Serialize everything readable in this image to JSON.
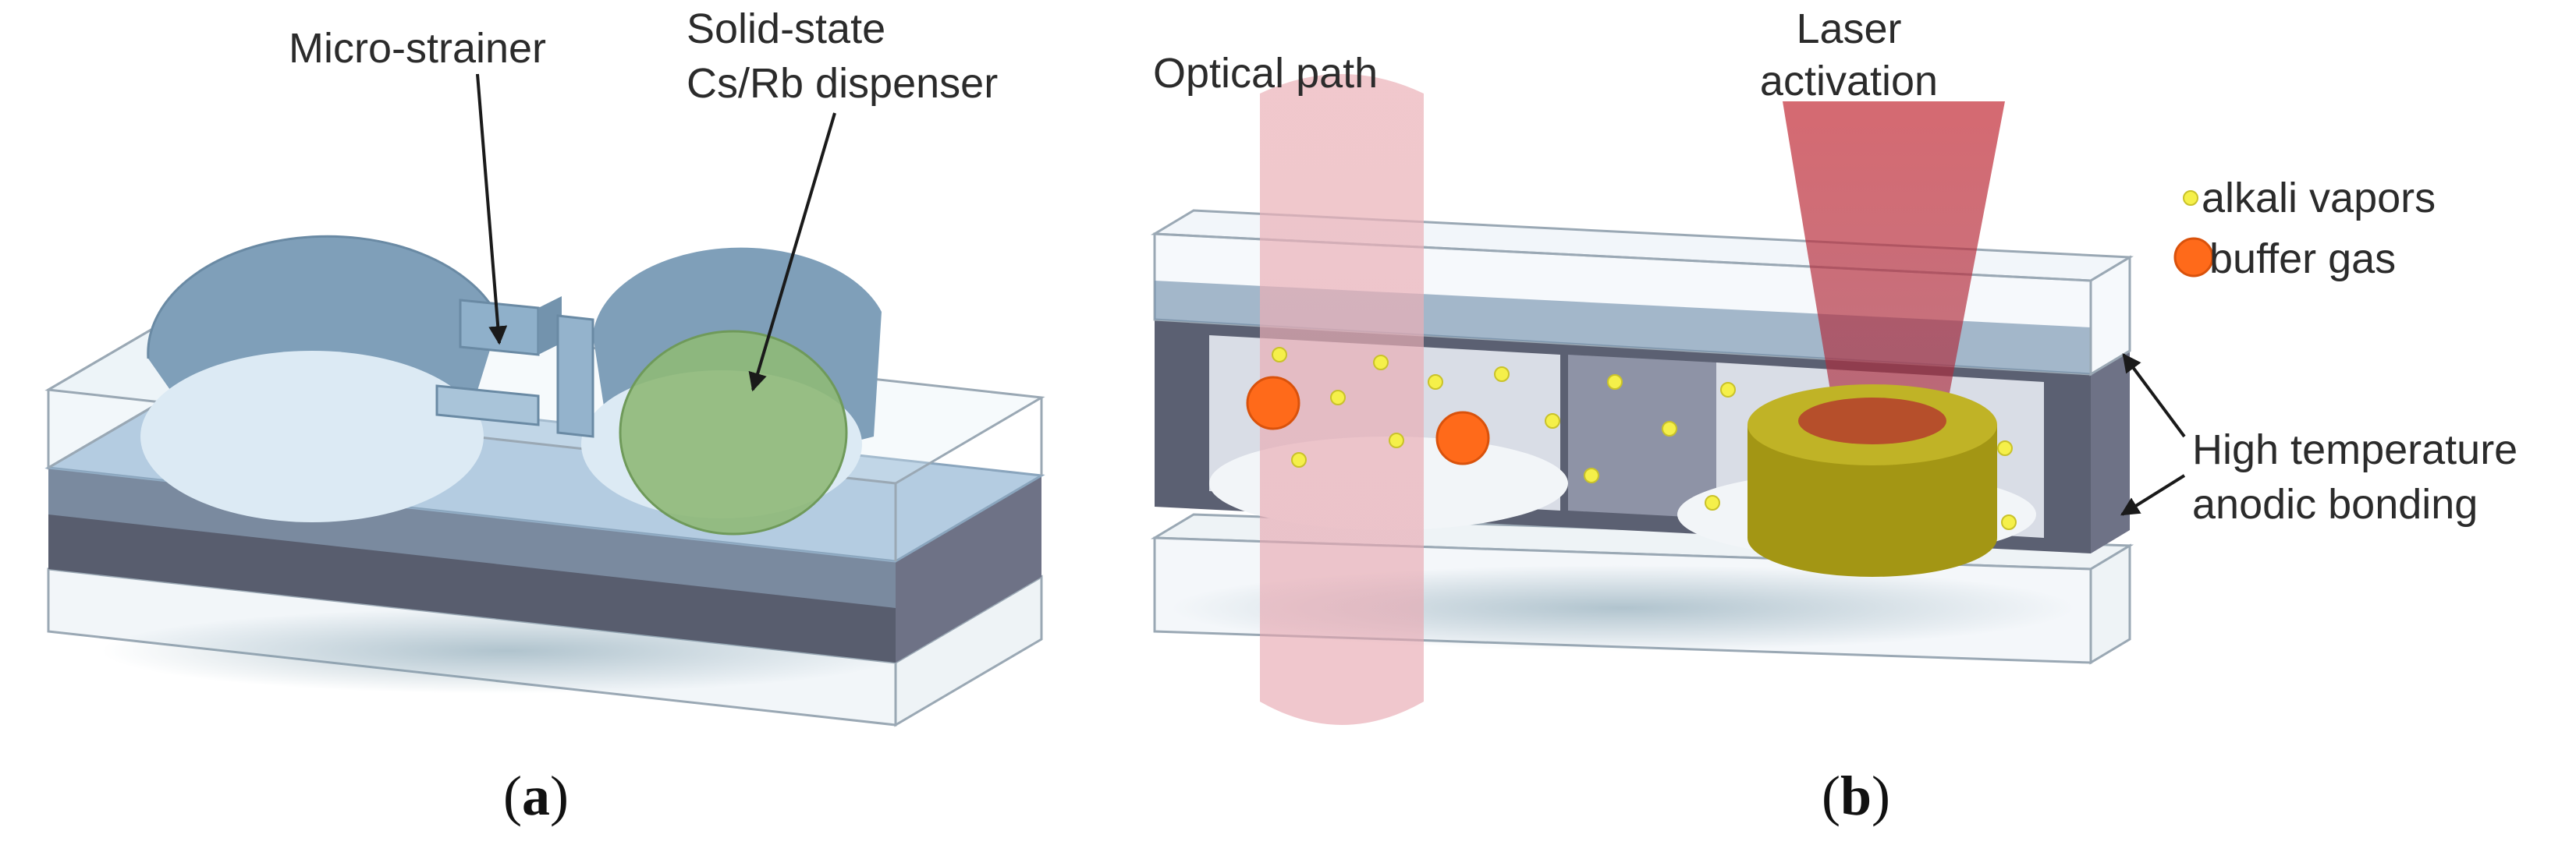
{
  "panel_a": {
    "label_strainer": "Micro-strainer",
    "label_dispenser_line1": "Solid-state",
    "label_dispenser_line2": "Cs/Rb dispenser",
    "caption_open": "(",
    "caption_letter": "a",
    "caption_close": ")"
  },
  "panel_b": {
    "label_optical": "Optical path",
    "label_laser_line1": "Laser",
    "label_laser_line2": "activation",
    "legend_vapors": "alkali vapors",
    "legend_buffer": "buffer gas",
    "label_bonding_line1": "High temperature",
    "label_bonding_line2": "anodic bonding",
    "caption_open": "(",
    "caption_letter": "b",
    "caption_close": ")"
  },
  "colors": {
    "glass_blue": "#9fbfdc",
    "silicon_dark": "#5b6072",
    "dispenser_green": "#8fb978",
    "optical_pink": "#e8a8b0",
    "laser_red": "#c8404a",
    "dispenser_gold": "#a89a10",
    "vapor_yellow": "#f5f04a",
    "buffer_orange": "#ff6a1a"
  }
}
